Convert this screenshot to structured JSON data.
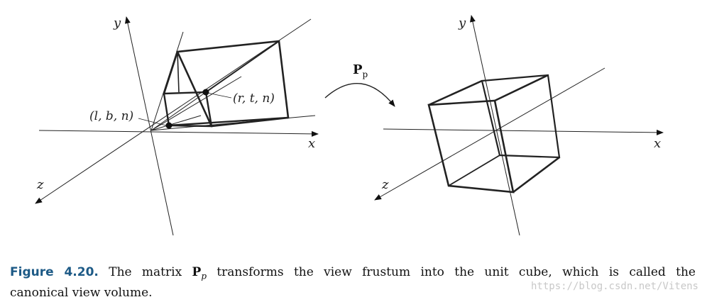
{
  "left_panel": {
    "axes": {
      "x": "x",
      "y": "y",
      "z": "z"
    },
    "point_near": "(l, b, n)",
    "point_far": "(r, t, n)"
  },
  "transform": {
    "matrix": "P",
    "subscript": "p"
  },
  "right_panel": {
    "axes": {
      "x": "x",
      "y": "y",
      "z": "z"
    }
  },
  "caption": {
    "figure_number": "Figure 4.20.",
    "text_before": "The matrix ",
    "matrix_symbol": "P",
    "matrix_subscript": "p",
    "text_after": " transforms the view frustum into the unit cube, which is called the",
    "line2": "canonical view volume."
  },
  "watermark": "https://blog.csdn.net/Vitens"
}
